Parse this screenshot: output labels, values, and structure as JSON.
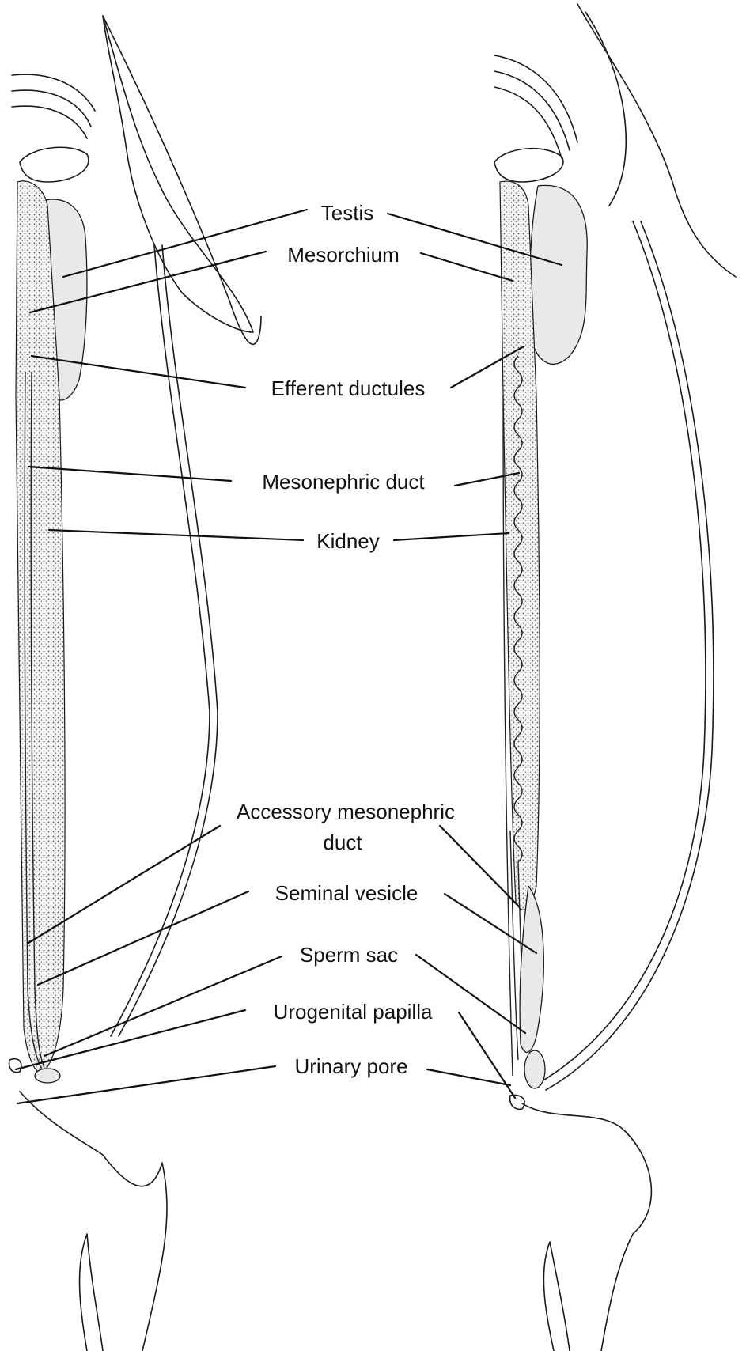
{
  "labels": {
    "testis": "Testis",
    "mesorchium": "Mesorchium",
    "efferent_ductules": "Efferent ductules",
    "mesonephric_duct": "Mesonephric duct",
    "kidney": "Kidney",
    "accessory_line1": "Accessory mesonephric",
    "accessory_line2": "duct",
    "seminal_vesicle": "Seminal vesicle",
    "sperm_sac": "Sperm sac",
    "urogenital_papilla": "Urogenital papilla",
    "urinary_pore": "Urinary pore"
  },
  "colors": {
    "line": "#1a1a1a",
    "stipple": "#e9e9e9",
    "background": "#ffffff"
  }
}
